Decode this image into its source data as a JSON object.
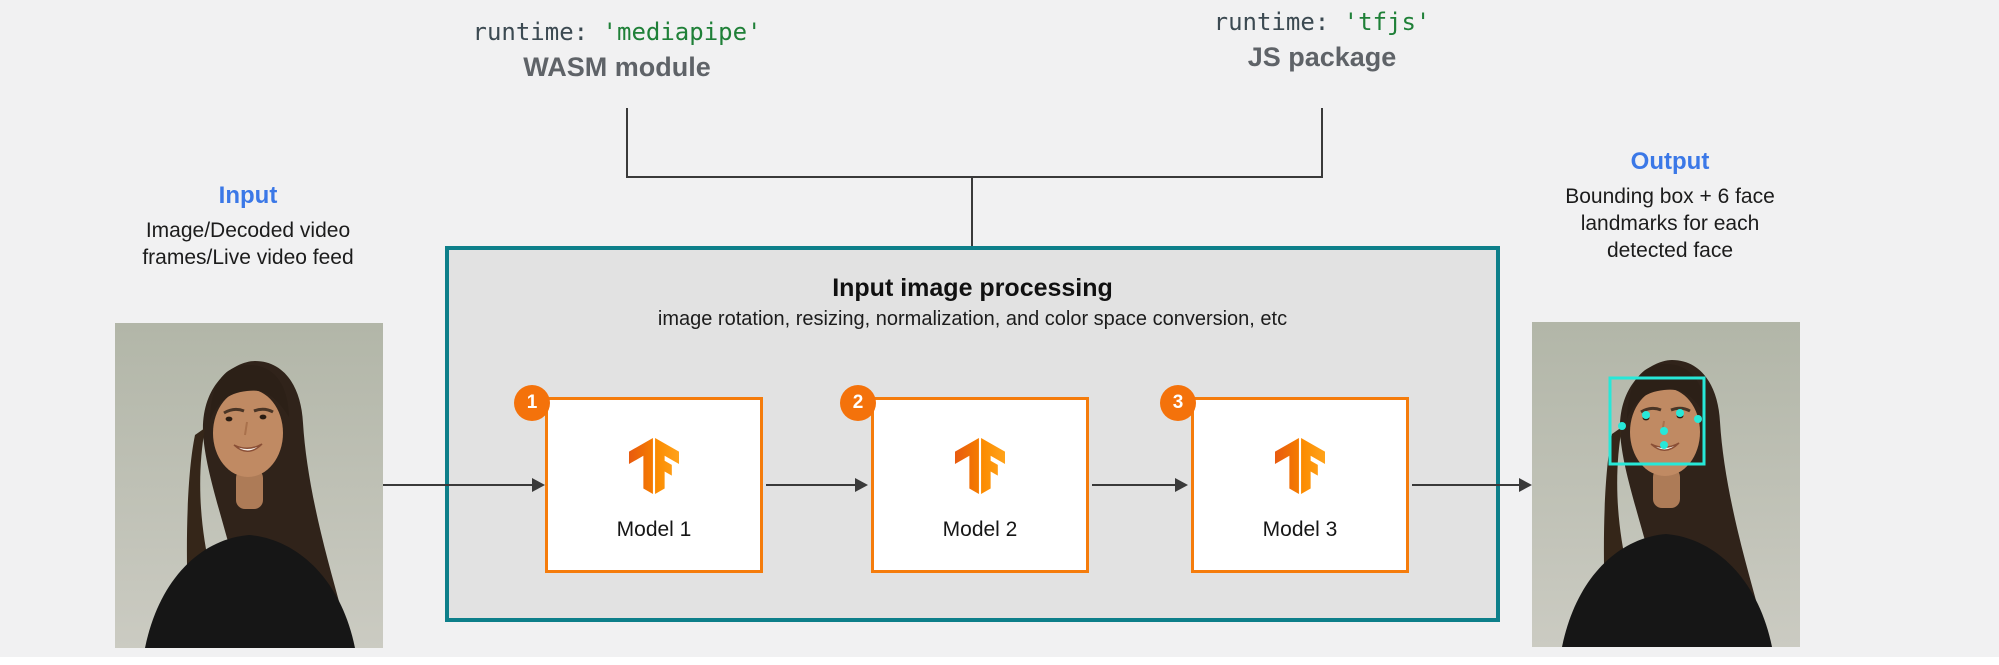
{
  "diagram": {
    "runtimes": [
      {
        "code_prefix": "runtime: ",
        "code_value": "'mediapipe'",
        "label": "WASM module"
      },
      {
        "code_prefix": "runtime: ",
        "code_value": "'tfjs'",
        "label": "JS package"
      }
    ],
    "input": {
      "title": "Input",
      "line1": "Image/Decoded video",
      "line2": "frames/Live video feed"
    },
    "output": {
      "title": "Output",
      "line1": "Bounding box + 6 face",
      "line2": "landmarks for each",
      "line3": "detected face"
    },
    "processing": {
      "title": "Input image processing",
      "subtitle": "image rotation, resizing, normalization, and color space conversion, etc"
    },
    "models": [
      {
        "badge": "1",
        "label": "Model 1",
        "icon": "tensorflow-logo"
      },
      {
        "badge": "2",
        "label": "Model 2",
        "icon": "tensorflow-logo"
      },
      {
        "badge": "3",
        "label": "Model 3",
        "icon": "tensorflow-logo"
      }
    ],
    "colors": {
      "accent_teal": "#0d7f8a",
      "accent_orange": "#f57c0c",
      "badge_orange": "#f4720b",
      "accent_blue": "#3b78e7",
      "code_green": "#1f8038",
      "code_slate": "#3c4a52",
      "landmark_cyan": "#27e8d8",
      "box_fill": "#e2e2e2",
      "background": "#f1f1f2"
    }
  }
}
